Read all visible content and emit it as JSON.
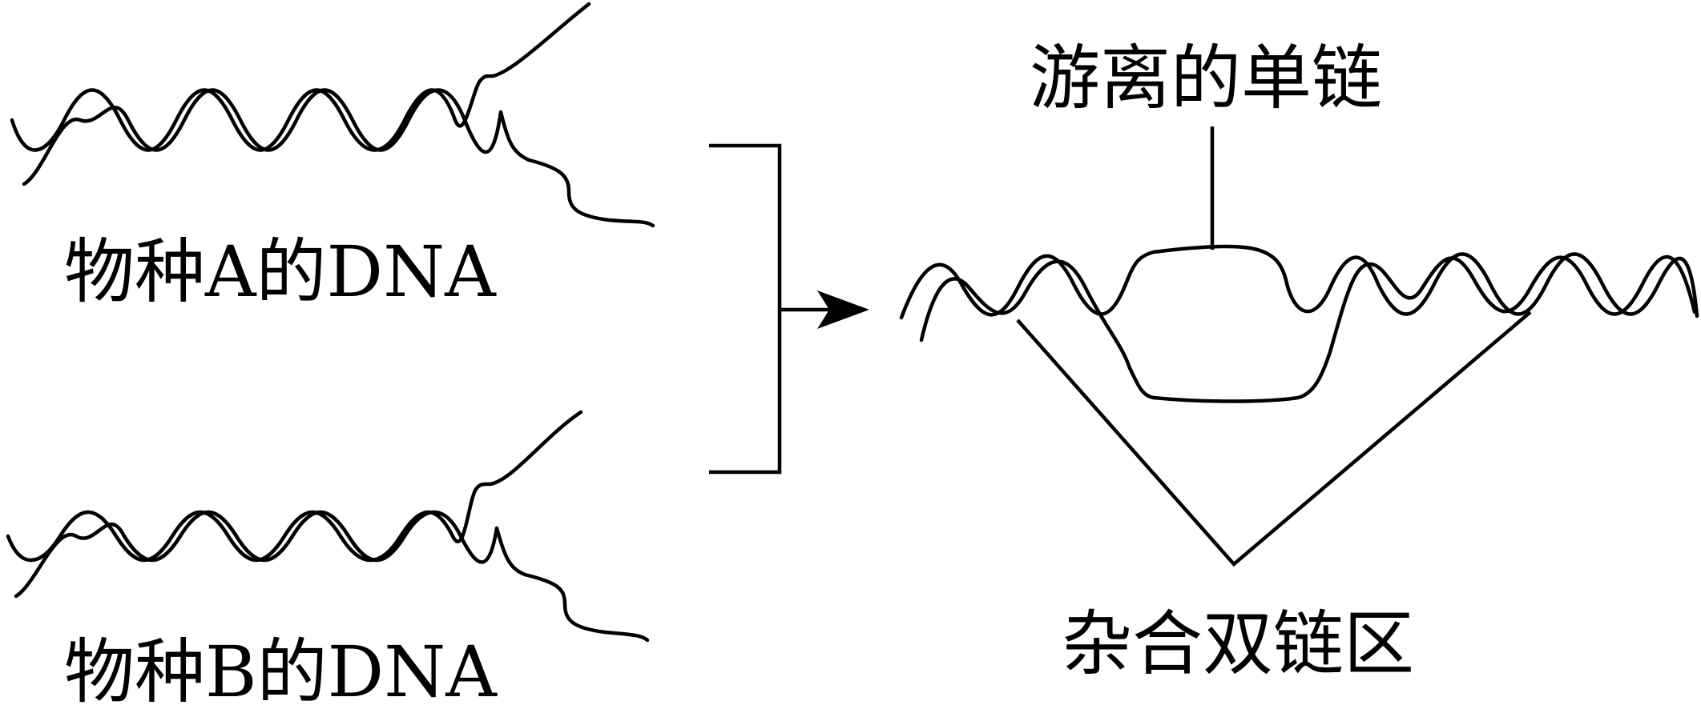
{
  "labels": {
    "species_a_dna": "物种A的DNA",
    "species_b_dna": "物种B的DNA",
    "free_single_strand": "游离的单链",
    "hybrid_duplex_region": "杂合双链区"
  },
  "colors": {
    "ink": "#000000",
    "background": "#ffffff"
  }
}
